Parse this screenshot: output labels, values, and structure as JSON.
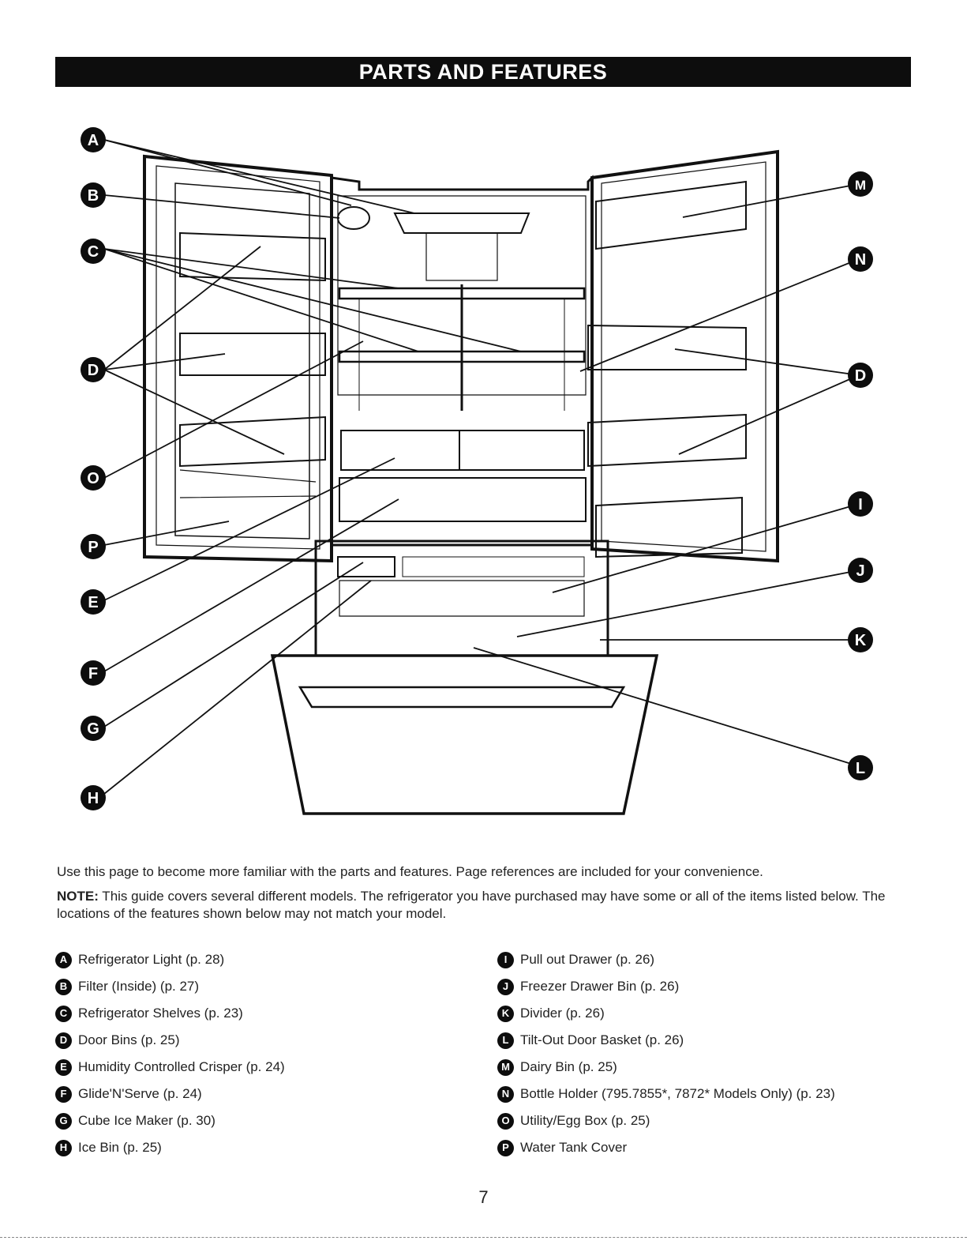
{
  "header": {
    "title": "PARTS AND FEATURES"
  },
  "intro_text": "Use this page to become more familiar with the parts and features. Page references are included for your convenience.",
  "note": {
    "label": "NOTE:",
    "text": " This guide covers several different models. The refrigerator you have purchased may have some or all of the items listed below. The locations of the features shown below may not match your model."
  },
  "callouts": [
    "A",
    "B",
    "C",
    "D",
    "O",
    "P",
    "E",
    "F",
    "G",
    "H",
    "M",
    "N",
    "D",
    "I",
    "J",
    "K",
    "L"
  ],
  "legend_left": [
    {
      "letter": "A",
      "text": "Refrigerator Light (p. 28)"
    },
    {
      "letter": "B",
      "text": "Filter (Inside) (p. 27)"
    },
    {
      "letter": "C",
      "text": "Refrigerator Shelves (p. 23)"
    },
    {
      "letter": "D",
      "text": "Door Bins (p. 25)"
    },
    {
      "letter": "E",
      "text": "Humidity Controlled Crisper (p. 24)"
    },
    {
      "letter": "F",
      "text": "Glide'N'Serve (p. 24)"
    },
    {
      "letter": "G",
      "text": "Cube Ice Maker (p. 30)"
    },
    {
      "letter": "H",
      "text": "Ice Bin (p. 25)"
    }
  ],
  "legend_right": [
    {
      "letter": "I",
      "text": "Pull out Drawer (p. 26)"
    },
    {
      "letter": "J",
      "text": "Freezer Drawer Bin (p. 26)"
    },
    {
      "letter": "K",
      "text": "Divider (p. 26)"
    },
    {
      "letter": "L",
      "text": "Tilt-Out Door Basket (p. 26)"
    },
    {
      "letter": "M",
      "text": "Dairy Bin (p. 25)"
    },
    {
      "letter": "N",
      "text": "Bottle Holder (795.7855*, 7872* Models Only) (p. 23)"
    },
    {
      "letter": "O",
      "text": "Utility/Egg Box (p. 25)"
    },
    {
      "letter": "P",
      "text": "Water Tank Cover"
    }
  ],
  "page_number": "7"
}
